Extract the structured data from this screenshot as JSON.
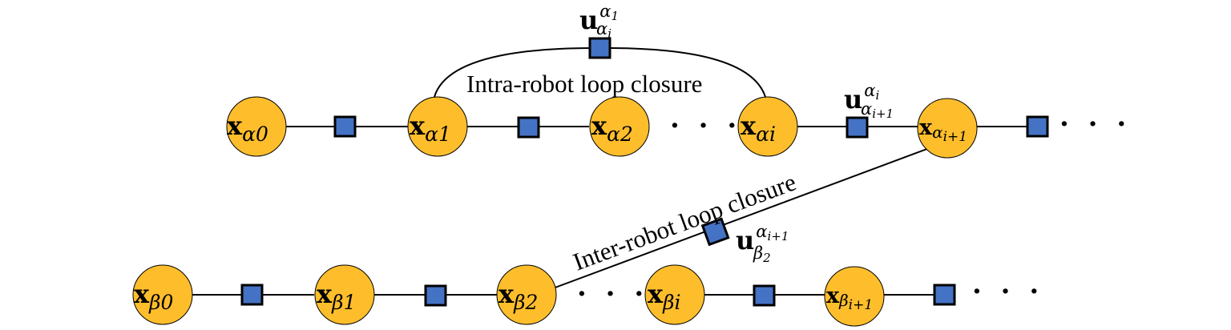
{
  "colors": {
    "variable_node": "#FEBE2C",
    "factor_node": "#4472C4",
    "stroke": "#000000"
  },
  "nodes": {
    "a0": {
      "main": "x",
      "sub": "α",
      "idx": "0",
      "idx_sub": ""
    },
    "a1": {
      "main": "x",
      "sub": "α",
      "idx": "1",
      "idx_sub": ""
    },
    "a2": {
      "main": "x",
      "sub": "α",
      "idx": "2",
      "idx_sub": ""
    },
    "ai": {
      "main": "x",
      "sub": "α",
      "idx": "i",
      "idx_sub": ""
    },
    "ai1": {
      "main": "x",
      "sub": "α",
      "idx": "i+1",
      "idx_sub": ""
    },
    "b0": {
      "main": "x",
      "sub": "β",
      "idx": "0",
      "idx_sub": ""
    },
    "b1": {
      "main": "x",
      "sub": "β",
      "idx": "1",
      "idx_sub": ""
    },
    "b2": {
      "main": "x",
      "sub": "β",
      "idx": "2",
      "idx_sub": ""
    },
    "bi": {
      "main": "x",
      "sub": "β",
      "idx": "i",
      "idx_sub": ""
    },
    "bi1": {
      "main": "x",
      "sub": "β",
      "idx": "i+1",
      "idx_sub": ""
    }
  },
  "factor_labels": {
    "intra": {
      "main": "u",
      "sup": "α",
      "sup_idx": "1",
      "sub": "α",
      "sub_idx": "i"
    },
    "odom": {
      "main": "u",
      "sup": "α",
      "sup_idx": "i",
      "sub": "α",
      "sub_idx": "i+1"
    },
    "inter": {
      "main": "u",
      "sup": "α",
      "sup_idx": "i+1",
      "sub": "β",
      "sub_idx": "2"
    }
  },
  "captions": {
    "intra": "Intra-robot loop closure",
    "inter": "Inter-robot loop closure"
  },
  "ellipsis": "· · ·"
}
